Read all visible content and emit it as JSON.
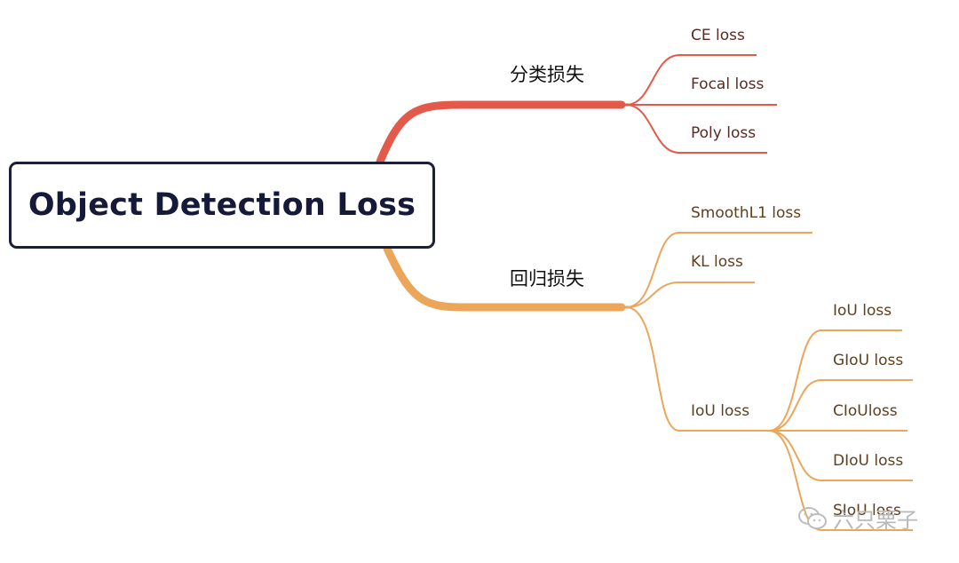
{
  "root": {
    "label": "Object Detection Loss"
  },
  "branches": [
    {
      "label": "分类损失",
      "color": "#e35a4b",
      "children": [
        {
          "label": "CE loss"
        },
        {
          "label": "Focal loss"
        },
        {
          "label": "Poly loss"
        }
      ]
    },
    {
      "label": "回归损失",
      "color": "#eca65a",
      "children": [
        {
          "label": "SmoothL1 loss"
        },
        {
          "label": "KL loss"
        },
        {
          "label": "IoU loss",
          "children": [
            {
              "label": "IoU loss"
            },
            {
              "label": "GIoU loss"
            },
            {
              "label": "CIoUloss"
            },
            {
              "label": "DIoU loss"
            },
            {
              "label": "SIoU loss"
            }
          ]
        }
      ]
    }
  ],
  "watermark": {
    "text": "六只栗子",
    "icon": "wechat-icon"
  }
}
